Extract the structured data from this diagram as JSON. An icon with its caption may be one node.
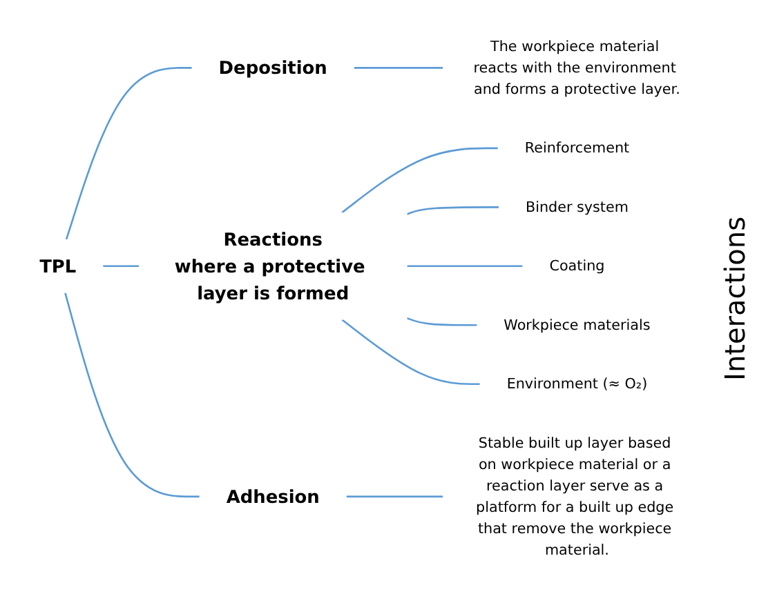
{
  "diagram": {
    "nodes": [
      {
        "text": [
          "TPL"
        ]
      },
      {
        "text": [
          "Deposition"
        ]
      },
      {
        "text": [
          "The workpiece material reacts with the environment and forms a protective layer."
        ]
      },
      {
        "text": [
          "Reactions",
          "where a protective layer is formed"
        ]
      },
      {
        "text": [
          "Reinforcement"
        ]
      },
      {
        "text": [
          "Binder system"
        ]
      },
      {
        "text": [
          "Coating"
        ]
      },
      {
        "text": [
          "Workpiece materials"
        ]
      },
      {
        "text": [
          "Environment (≈ O₂)"
        ]
      },
      {
        "text": [
          "Adhesion"
        ]
      },
      {
        "text": [
          "Stable built up layer based on workpiece material or a reaction layer serve as a platform for a built up edge that remove the workpiece material."
        ]
      }
    ],
    "edges": [
      {
        "from": 0,
        "to": 1,
        "arrow": "none"
      },
      {
        "from": 0,
        "to": 3,
        "arrow": "none"
      },
      {
        "from": 0,
        "to": 9,
        "arrow": "none"
      },
      {
        "from": 1,
        "to": 2,
        "arrow": "none"
      },
      {
        "from": 3,
        "to": 4,
        "arrow": "none"
      },
      {
        "from": 3,
        "to": 5,
        "arrow": "none"
      },
      {
        "from": 3,
        "to": 6,
        "arrow": "none"
      },
      {
        "from": 3,
        "to": 7,
        "arrow": "none"
      },
      {
        "from": 3,
        "to": 8,
        "arrow": "none"
      },
      {
        "from": 9,
        "to": 10,
        "arrow": "none"
      }
    ],
    "labels": [
      "Interactions"
    ]
  }
}
